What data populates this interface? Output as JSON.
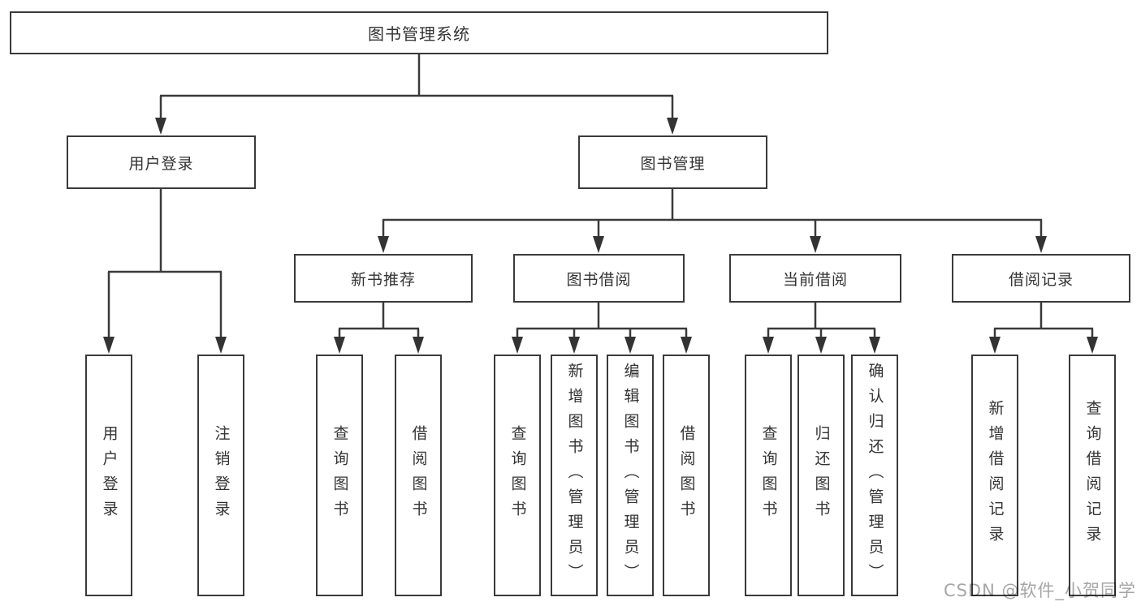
{
  "diagram": {
    "type": "hierarchy-tree",
    "orientation": "top-down",
    "colors": {
      "background": "#ffffff",
      "box_border": "#3a3a3a",
      "line": "#3a3a3a",
      "text": "#333333",
      "watermark": "#a6a6a6"
    }
  },
  "nodes": {
    "root": "图书管理系统",
    "login": "用户登录",
    "login_user": "用户登录",
    "login_logout": "注销登录",
    "mgmt": "图书管理",
    "rec": "新书推荐",
    "rec_query": "查询图书",
    "rec_borrow": "借阅图书",
    "borrow": "图书借阅",
    "borrow_query": "查询图书",
    "borrow_add": "新增图书（管理员）",
    "borrow_edit": "编辑图书（管理员）",
    "borrow_borrow": "借阅图书",
    "current": "当前借阅",
    "current_query": "查询图书",
    "current_return": "归还图书",
    "current_confirm": "确认归还（管理员）",
    "records": "借阅记录",
    "records_add": "新增借阅记录",
    "records_query": "查询借阅记录"
  },
  "hierarchy": {
    "图书管理系统": {
      "用户登录": [
        "用户登录",
        "注销登录"
      ],
      "图书管理": {
        "新书推荐": [
          "查询图书",
          "借阅图书"
        ],
        "图书借阅": [
          "查询图书",
          "新增图书（管理员）",
          "编辑图书（管理员）",
          "借阅图书"
        ],
        "当前借阅": [
          "查询图书",
          "归还图书",
          "确认归还（管理员）"
        ],
        "借阅记录": [
          "新增借阅记录",
          "查询借阅记录"
        ]
      }
    }
  },
  "watermark": "CSDN @软件_小贺同学"
}
